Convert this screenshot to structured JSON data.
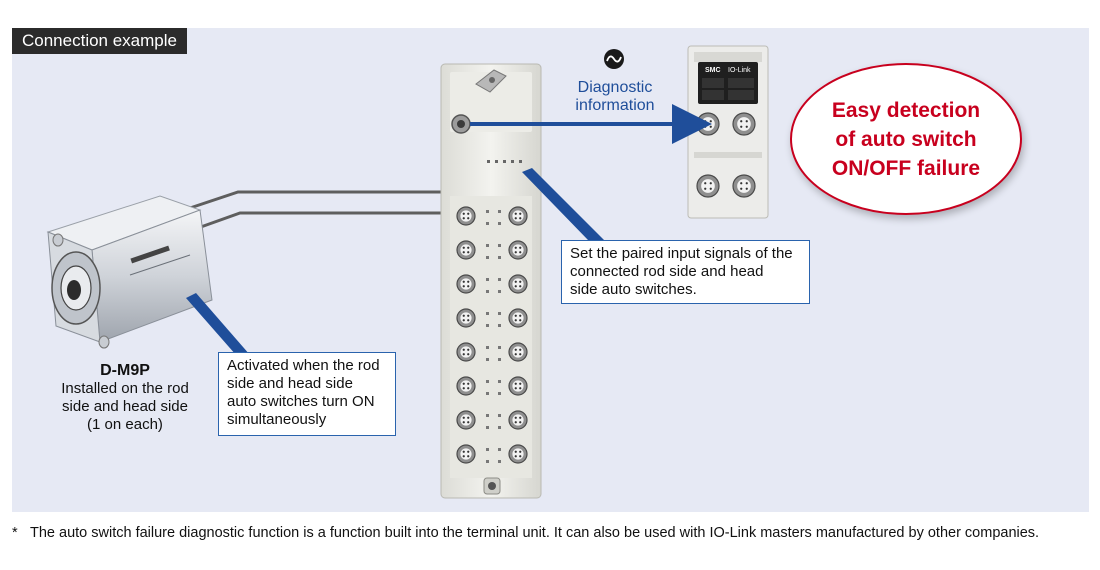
{
  "header": {
    "tag": "Connection example"
  },
  "cylinder": {
    "model": "D-M9P",
    "line1": "Installed on the rod",
    "line2": "side and head side",
    "line3": "(1 on each)"
  },
  "callouts": {
    "activated_line1": "Activated when the rod",
    "activated_line2": "side and head side",
    "activated_line3": "auto switches turn ON",
    "activated_line4": "simultaneously",
    "paired_line1": "Set the paired input signals of the",
    "paired_line2": "connected rod side and head",
    "paired_line3": "side auto switches."
  },
  "diagnostic": {
    "line1": "Diagnostic",
    "line2": "information"
  },
  "io_link": {
    "brand": "SMC",
    "label": "IO-Link"
  },
  "highlight": {
    "line1": "Easy detection",
    "line2": "of auto switch",
    "line3": "ON/OFF failure"
  },
  "footnote": {
    "mark": "*",
    "text": "The auto switch failure diagnostic function is a function built into the terminal unit. It can also be used with IO-Link masters manufactured by other companies."
  },
  "colors": {
    "accent_blue": "#1f4e9a",
    "highlight_red": "#c8001e",
    "panel_bg": "#e6e9f4"
  }
}
